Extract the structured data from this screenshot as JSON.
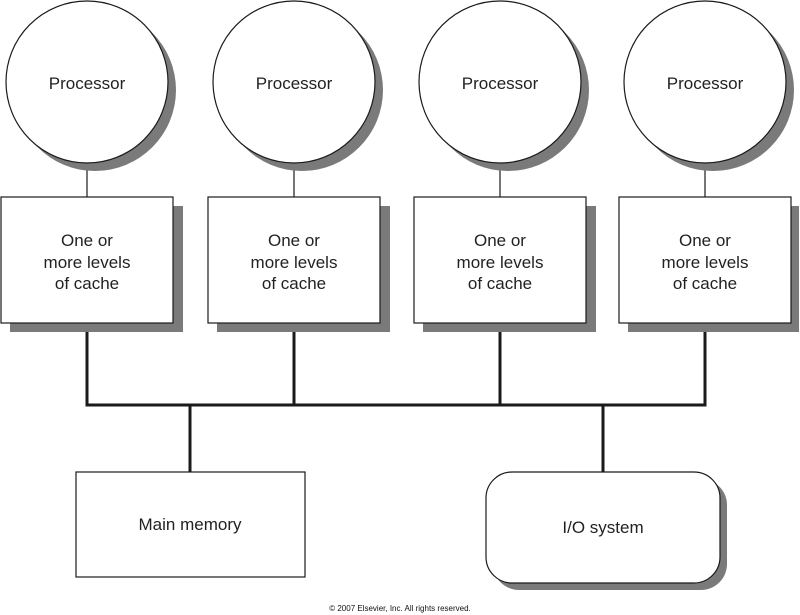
{
  "processors": [
    {
      "label": "Processor",
      "cache_lines": [
        "One or",
        "more levels",
        "of cache"
      ]
    },
    {
      "label": "Processor",
      "cache_lines": [
        "One or",
        "more levels",
        "of cache"
      ]
    },
    {
      "label": "Processor",
      "cache_lines": [
        "One or",
        "more levels",
        "of cache"
      ]
    },
    {
      "label": "Processor",
      "cache_lines": [
        "One or",
        "more levels",
        "of cache"
      ]
    }
  ],
  "main_memory": {
    "label": "Main memory"
  },
  "io_system": {
    "label": "I/O system"
  },
  "copyright": "© 2007 Elsevier, Inc. All rights reserved.",
  "colors": {
    "stroke": "#1a1a1a",
    "shadow": "#7a7a7a",
    "fill": "#ffffff"
  }
}
